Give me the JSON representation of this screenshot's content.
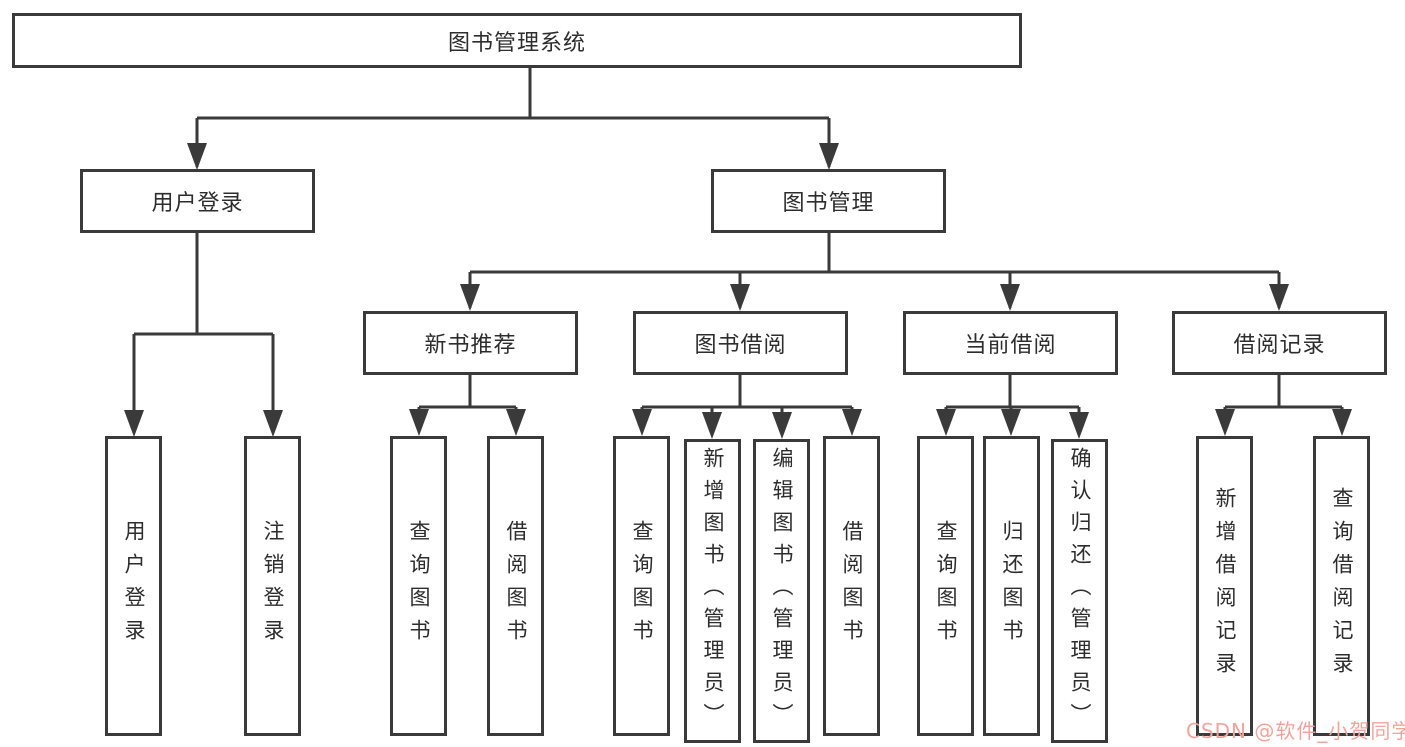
{
  "tree": {
    "label": "图书管理系统",
    "children": [
      {
        "label": "用户登录",
        "children": [
          {
            "label": "用户登录"
          },
          {
            "label": "注销登录"
          }
        ]
      },
      {
        "label": "图书管理",
        "children": [
          {
            "label": "新书推荐",
            "children": [
              {
                "label": "查询图书"
              },
              {
                "label": "借阅图书"
              }
            ]
          },
          {
            "label": "图书借阅",
            "children": [
              {
                "label": "查询图书"
              },
              {
                "label": "新增图书（管理员）"
              },
              {
                "label": "编辑图书（管理员）"
              },
              {
                "label": "借阅图书"
              }
            ]
          },
          {
            "label": "当前借阅",
            "children": [
              {
                "label": "查询图书"
              },
              {
                "label": "归还图书"
              },
              {
                "label": "确认归还（管理员）"
              }
            ]
          },
          {
            "label": "借阅记录",
            "children": [
              {
                "label": "新增借阅记录"
              },
              {
                "label": "查询借阅记录"
              }
            ]
          }
        ]
      }
    ]
  },
  "watermark": "CSDN @软件_小贺同学",
  "colors": {
    "line": "#3a3a3a",
    "text": "#2d2d2d",
    "watermark": "#f2a49c",
    "background": "#ffffff"
  }
}
